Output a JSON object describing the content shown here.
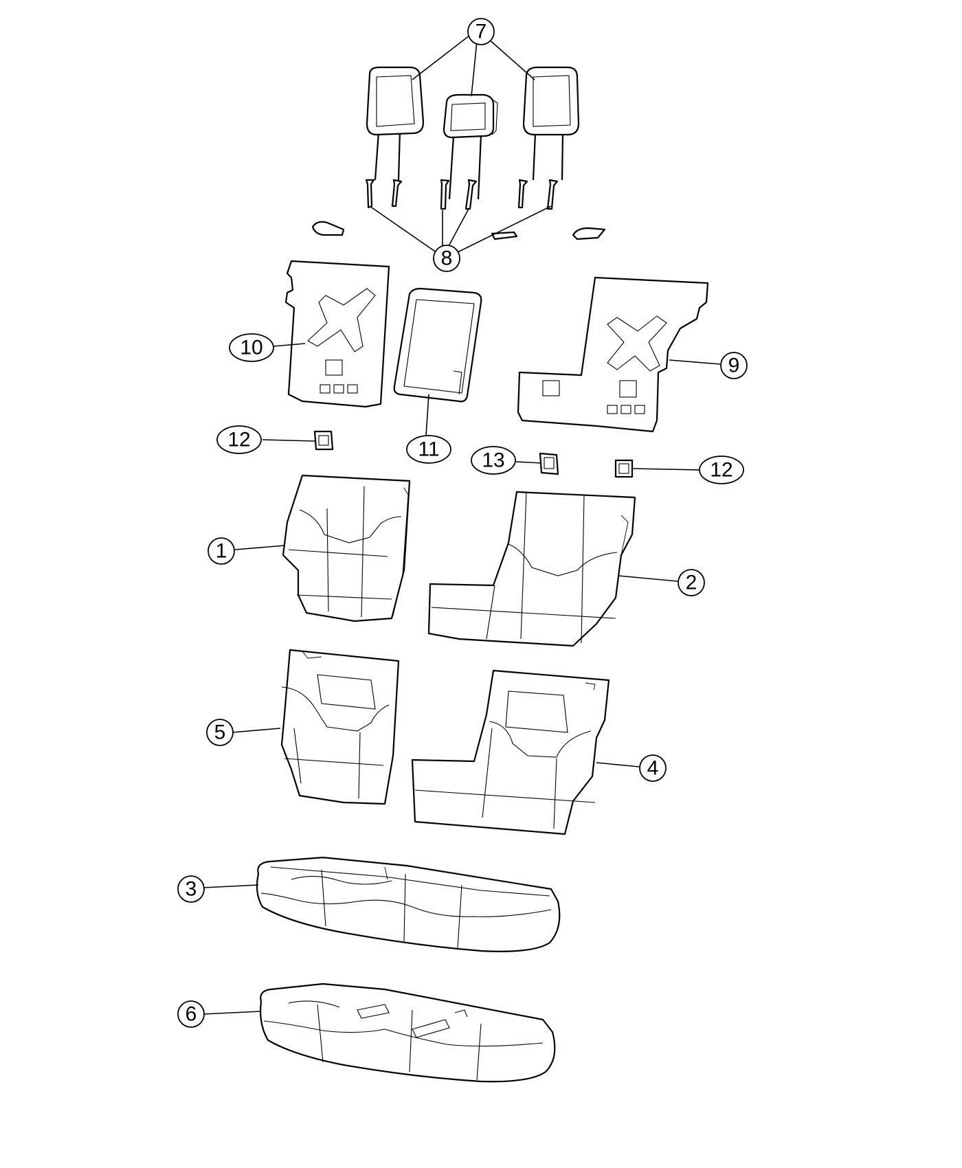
{
  "diagram": {
    "callouts": [
      {
        "id": "c7",
        "label": "7"
      },
      {
        "id": "c8",
        "label": "8"
      },
      {
        "id": "c10",
        "label": "10"
      },
      {
        "id": "c9",
        "label": "9"
      },
      {
        "id": "c11",
        "label": "11"
      },
      {
        "id": "c12a",
        "label": "12"
      },
      {
        "id": "c13",
        "label": "13"
      },
      {
        "id": "c12b",
        "label": "12"
      },
      {
        "id": "c1",
        "label": "1"
      },
      {
        "id": "c2",
        "label": "2"
      },
      {
        "id": "c5",
        "label": "5"
      },
      {
        "id": "c4",
        "label": "4"
      },
      {
        "id": "c3",
        "label": "3"
      },
      {
        "id": "c6",
        "label": "6"
      }
    ]
  }
}
